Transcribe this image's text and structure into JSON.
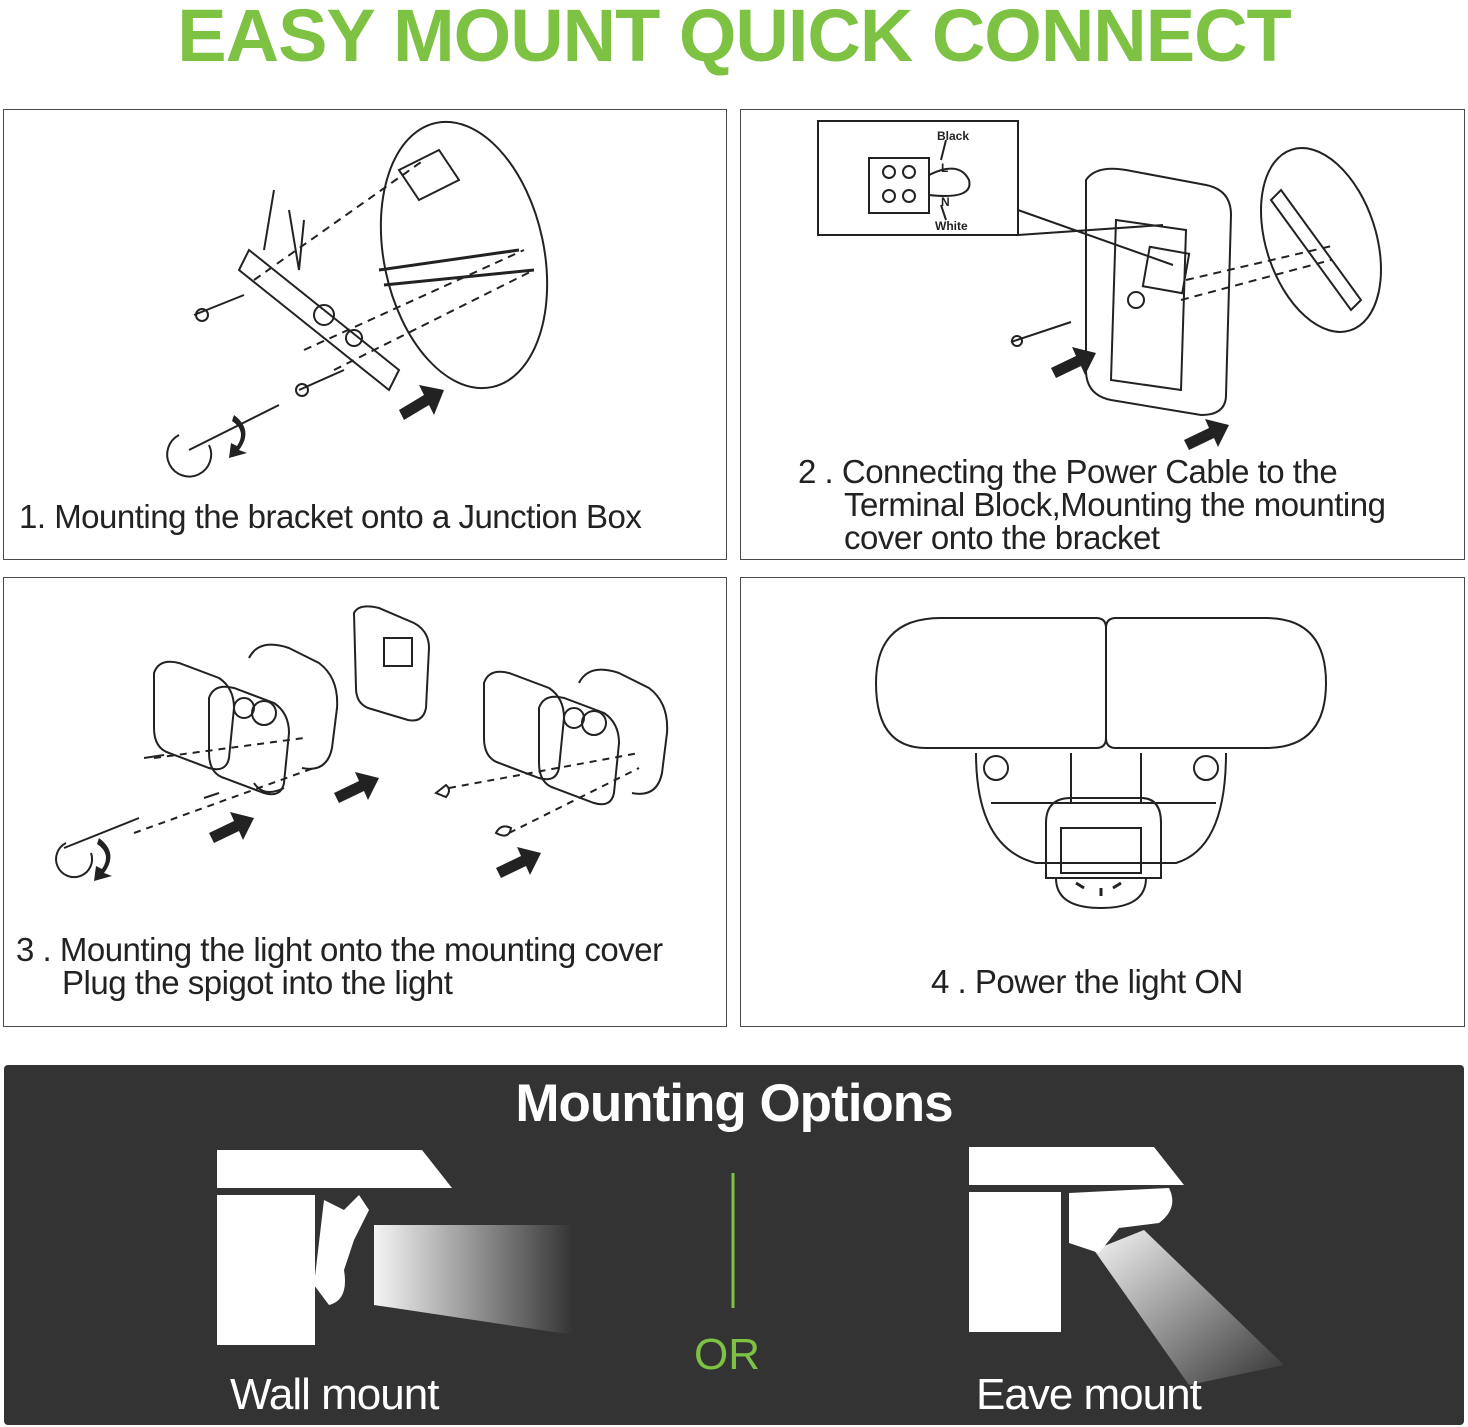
{
  "header": {
    "title": "EASY MOUNT QUICK CONNECT"
  },
  "steps": [
    {
      "lines": [
        "1. Mounting the bracket onto a Junction Box"
      ]
    },
    {
      "lines": [
        "2 . Connecting the Power Cable to the",
        "Terminal Block,Mounting the mounting",
        "cover onto the bracket"
      ],
      "wiring_labels": {
        "black": "Black",
        "white": "White",
        "l": "L",
        "n": "N"
      }
    },
    {
      "lines": [
        "3 . Mounting the light onto the mounting cover",
        "Plug the spigot into the light"
      ]
    },
    {
      "lines": [
        "4 . Power the light ON"
      ]
    }
  ],
  "mounting_options": {
    "title": "Mounting Options",
    "divider_label": "OR",
    "options": [
      {
        "label": "Wall mount"
      },
      {
        "label": "Eave mount"
      }
    ]
  },
  "colors": {
    "accent_green": "#7dc242",
    "dark_panel": "#333333",
    "text": "#222222"
  }
}
